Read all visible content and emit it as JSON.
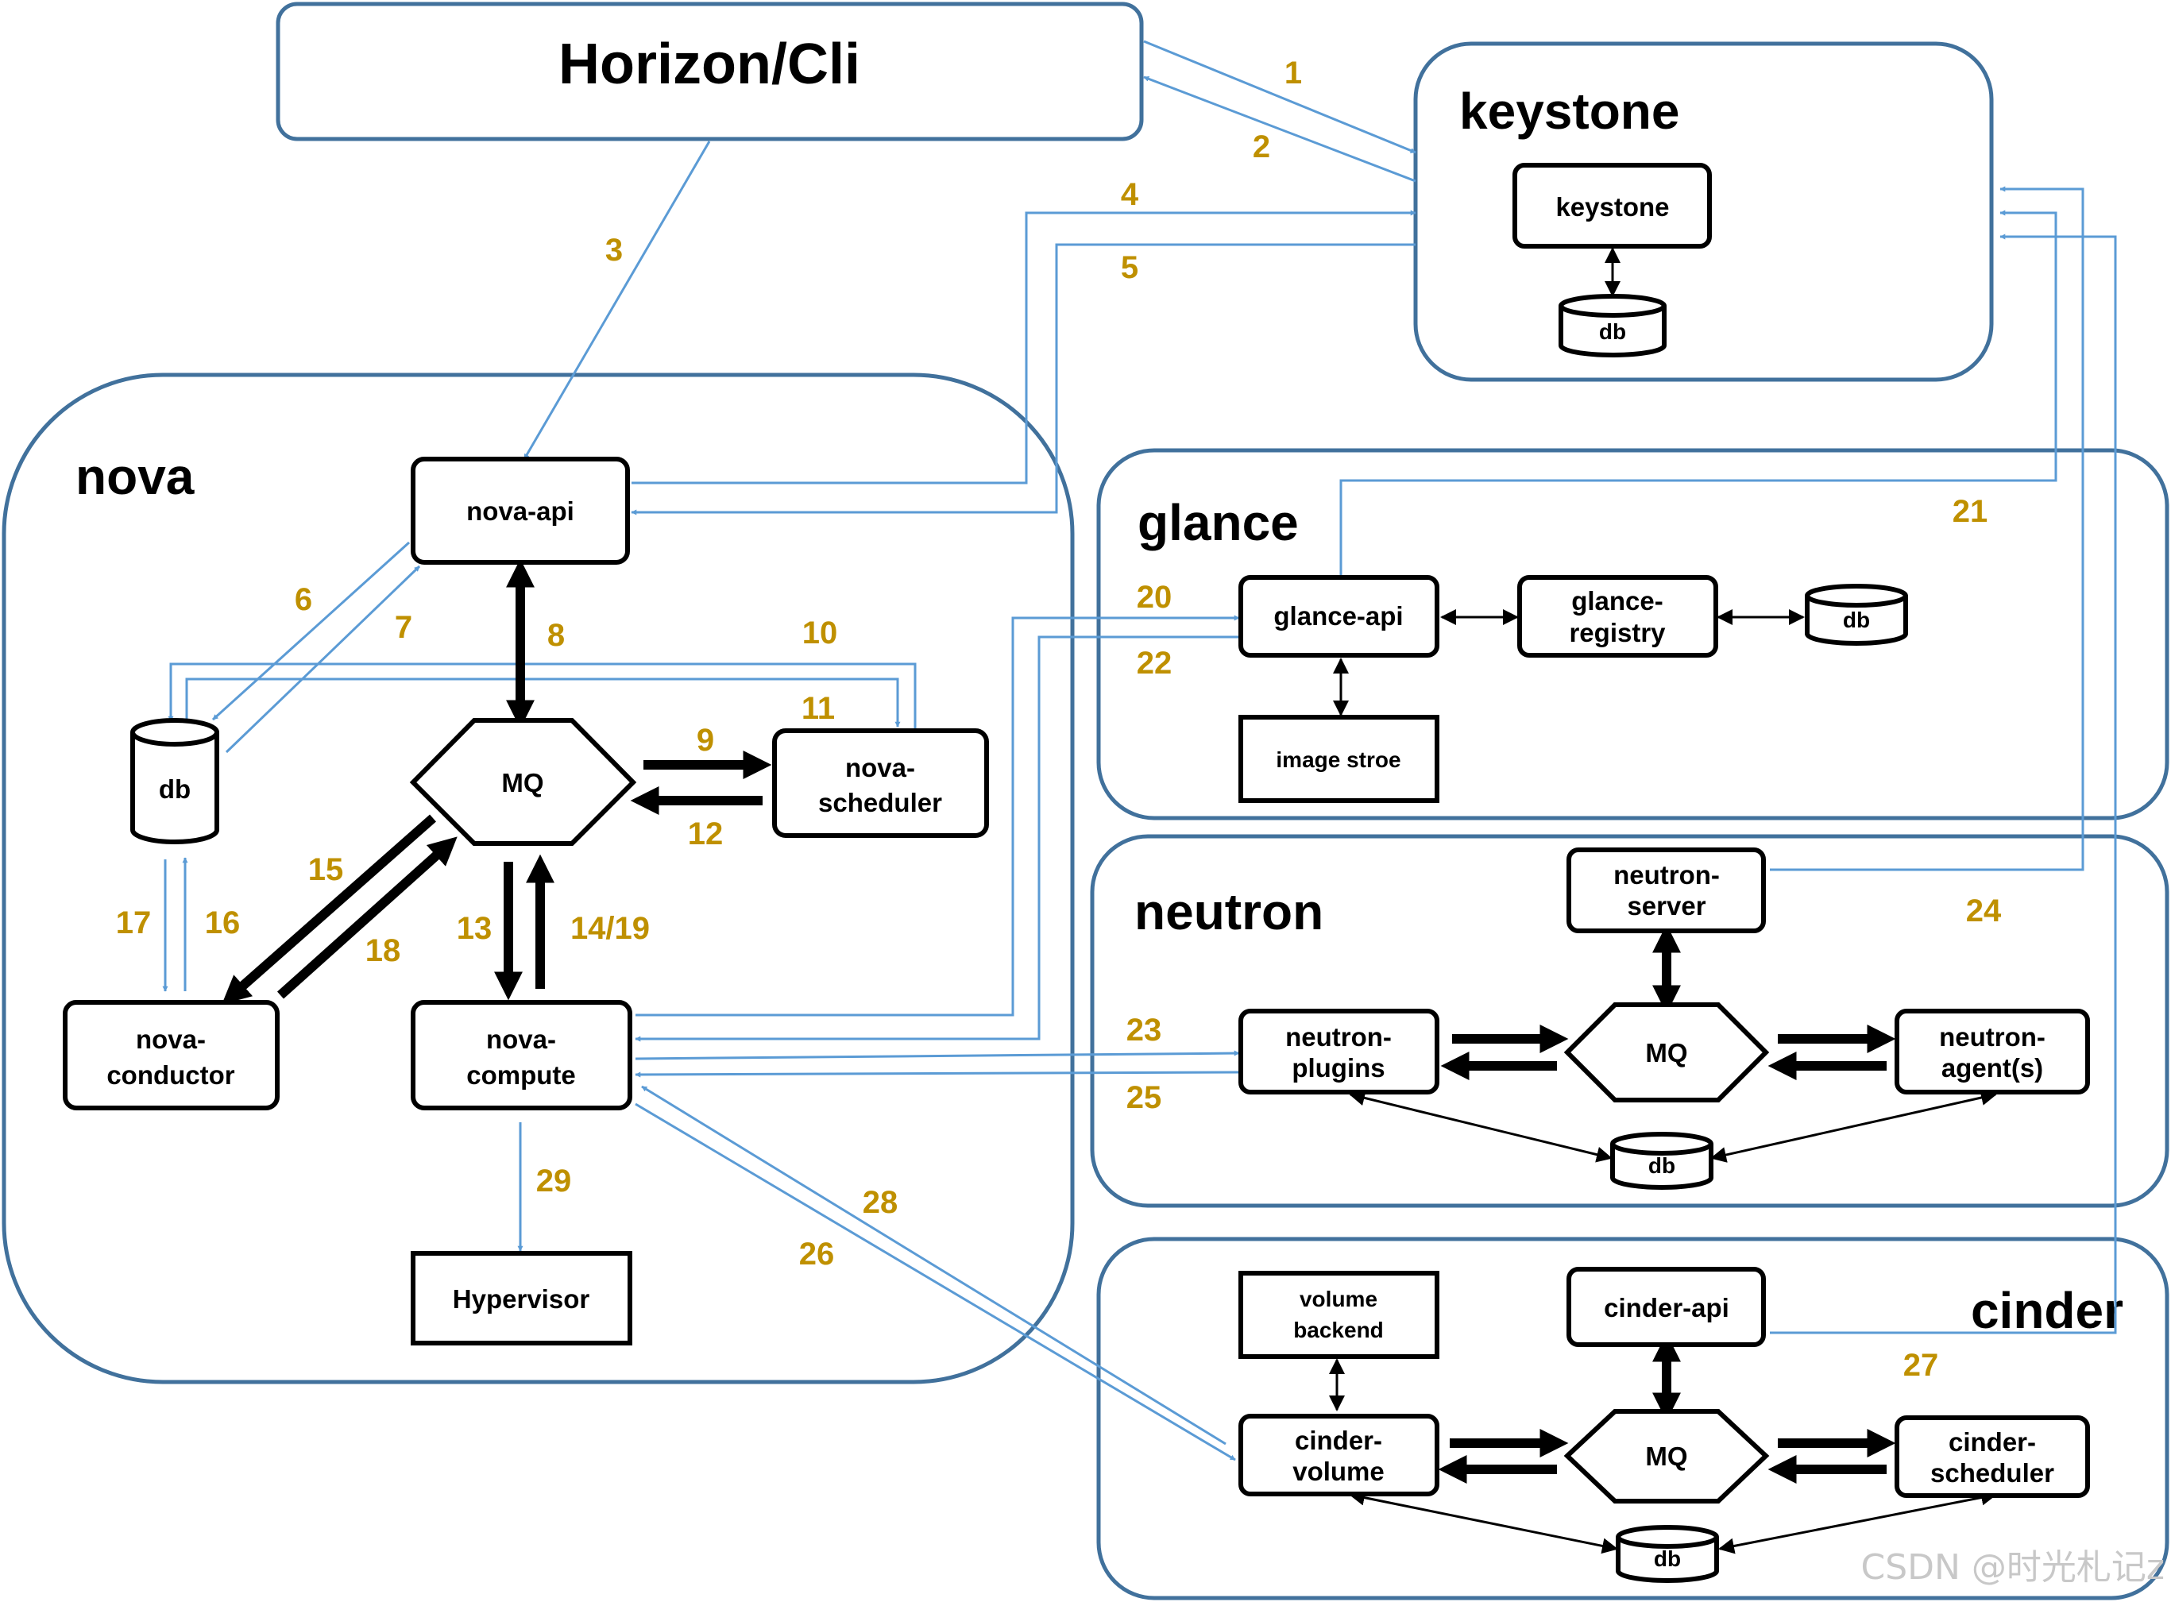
{
  "client": {
    "label": "Horizon/Cli"
  },
  "groups": {
    "keystone": {
      "title": "keystone",
      "nodes": {
        "service": "keystone",
        "db": "db"
      }
    },
    "nova": {
      "title": "nova",
      "nodes": {
        "api": "nova-api",
        "db": "db",
        "mq": "MQ",
        "scheduler": [
          "nova-",
          "scheduler"
        ],
        "conductor": [
          "nova-",
          "conductor"
        ],
        "compute": [
          "nova-",
          "compute"
        ],
        "hypervisor": "Hypervisor"
      }
    },
    "glance": {
      "title": "glance",
      "nodes": {
        "api": "glance-api",
        "registry": [
          "glance-",
          "registry"
        ],
        "db": "db",
        "store": "image stroe"
      }
    },
    "neutron": {
      "title": "neutron",
      "nodes": {
        "server": [
          "neutron-",
          "server"
        ],
        "plugins": [
          "neutron-",
          "plugins"
        ],
        "mq": "MQ",
        "agents": [
          "neutron-",
          "agent(s)"
        ],
        "db": "db"
      }
    },
    "cinder": {
      "title": "cinder",
      "nodes": {
        "backend": [
          "volume",
          "backend"
        ],
        "api": "cinder-api",
        "volume": [
          "cinder-",
          "volume"
        ],
        "mq": "MQ",
        "scheduler": [
          "cinder-",
          "scheduler"
        ],
        "db": "db"
      }
    }
  },
  "steps": {
    "s1": "1",
    "s2": "2",
    "s3": "3",
    "s4": "4",
    "s5": "5",
    "s6": "6",
    "s7": "7",
    "s8": "8",
    "s9": "9",
    "s10": "10",
    "s11": "11",
    "s12": "12",
    "s13": "13",
    "s14_19": "14/19",
    "s15": "15",
    "s16": "16",
    "s17": "17",
    "s18": "18",
    "s20": "20",
    "s21": "21",
    "s22": "22",
    "s23": "23",
    "s24": "24",
    "s25": "25",
    "s26": "26",
    "s27": "27",
    "s28": "28",
    "s29": "29"
  },
  "watermark": "CSDN @时光札记z",
  "colors": {
    "group_border": "#41719c",
    "arrow_blue": "#5b9bd5",
    "step_label": "#bf9000",
    "box_border": "#000000"
  }
}
